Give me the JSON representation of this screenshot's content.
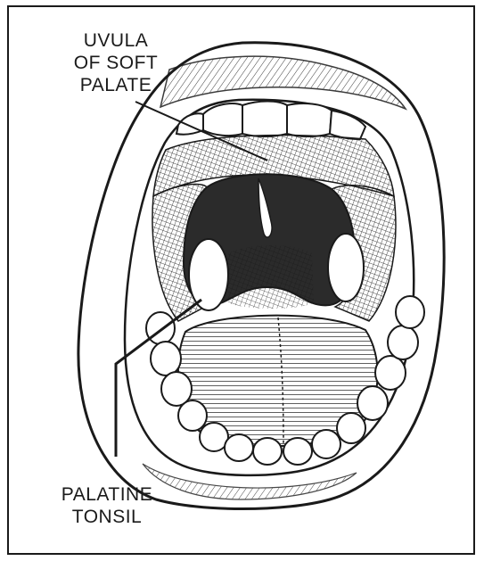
{
  "labels": {
    "uvula": {
      "lines": [
        "UVULA",
        "OF SOFT",
        "PALATE"
      ]
    },
    "tonsil": {
      "lines": [
        "PALATINE",
        "TONSIL"
      ]
    }
  },
  "colors": {
    "ink": "#1a1a1a",
    "paper": "#ffffff",
    "throat": "#2b2b2b",
    "shade": "#6e6e6e"
  }
}
